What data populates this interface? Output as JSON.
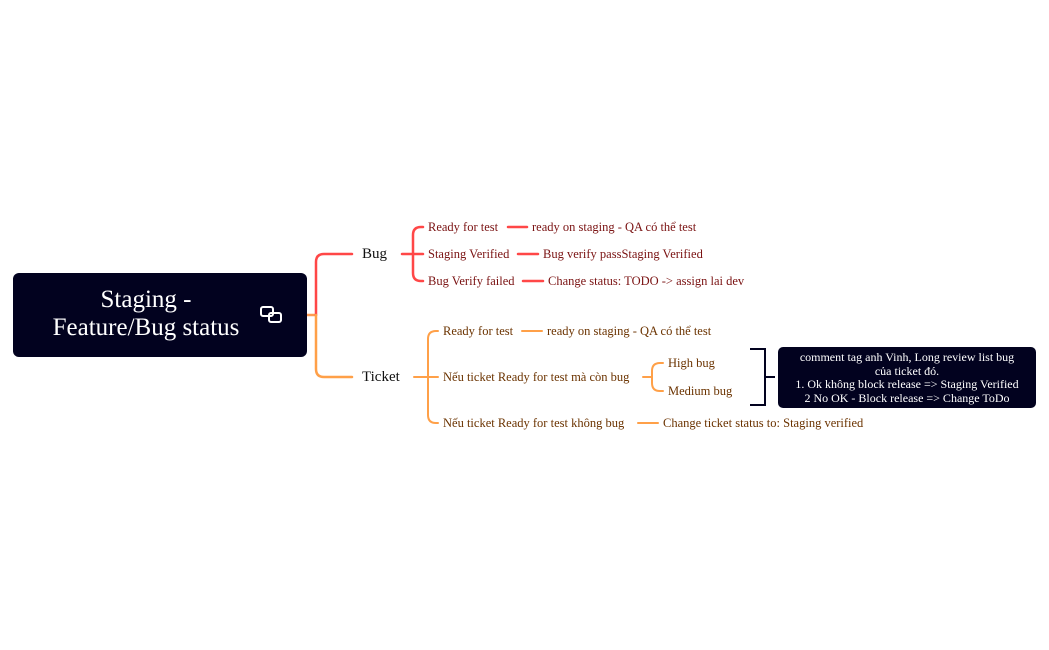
{
  "root": {
    "title_line1": "Staging -",
    "title_line2": "Feature/Bug status",
    "icon": "link-icon"
  },
  "colors": {
    "root_bg": "#02021f",
    "bug_branch": "#ff4747",
    "ticket_branch": "#ffa048",
    "bug_text": "#7a1212",
    "ticket_text": "#6b3300"
  },
  "bug": {
    "label": "Bug",
    "items": [
      {
        "label": "Ready for test",
        "detail": "ready on staging - QA có thể test"
      },
      {
        "label": "Staging Verified",
        "detail": "Bug verify passStaging Verified"
      },
      {
        "label": "Bug Verify failed",
        "detail": "Change status: TODO -> assign lai dev"
      }
    ]
  },
  "ticket": {
    "label": "Ticket",
    "items": [
      {
        "label": "Ready for test",
        "detail": "ready on staging - QA có thể test"
      },
      {
        "label": "Nếu ticket Ready for test mà còn bug",
        "children": [
          "High bug",
          "Medium bug"
        ]
      },
      {
        "label": "Nếu ticket Ready for test không bug",
        "detail": "Change ticket status to: Staging verified"
      }
    ]
  },
  "summary": {
    "lines": [
      "comment tag anh Vinh, Long review list bug",
      "của ticket đó.",
      "1. Ok không block release => Staging Verified",
      "2 No OK - Block release => Change ToDo"
    ]
  }
}
